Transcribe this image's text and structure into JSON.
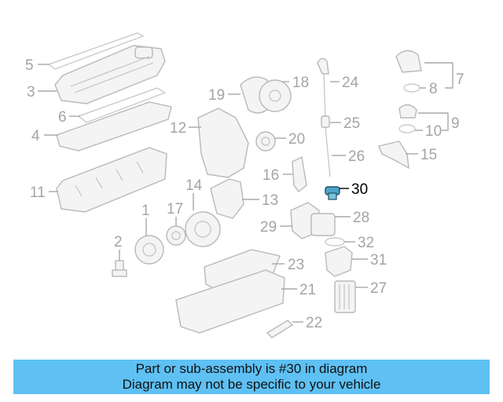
{
  "diagram": {
    "highlighted_part": "30",
    "highlight_color": "#4ea6c9",
    "callouts": {
      "c1": "1",
      "c2": "2",
      "c3": "3",
      "c4": "4",
      "c5": "5",
      "c6": "6",
      "c7": "7",
      "c8": "8",
      "c9": "9",
      "c10": "10",
      "c11": "11",
      "c12": "12",
      "c13": "13",
      "c14": "14",
      "c15": "15",
      "c16": "16",
      "c17": "17",
      "c18": "18",
      "c19": "19",
      "c20": "20",
      "c21": "21",
      "c22": "22",
      "c23": "23",
      "c24": "24",
      "c25": "25",
      "c26": "26",
      "c27": "27",
      "c28": "28",
      "c29": "29",
      "c30": "30",
      "c31": "31",
      "c32": "32"
    }
  },
  "banner": {
    "line1": "Part or sub-assembly is #30 in diagram",
    "line2": "Diagram may not be specific to your vehicle",
    "background": "#5ec0f3"
  }
}
